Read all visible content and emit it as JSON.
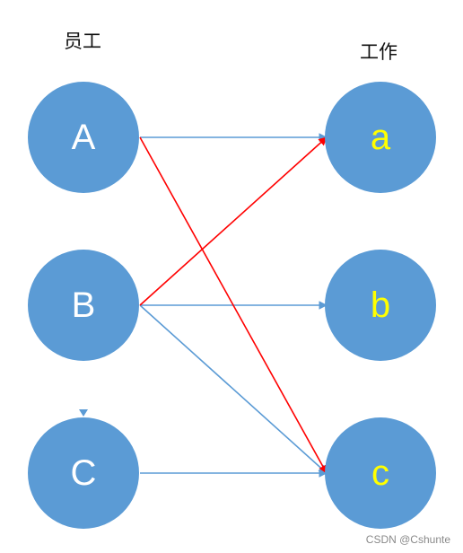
{
  "titles": {
    "employees": "员工",
    "jobs": "工作"
  },
  "colors": {
    "node_fill": "#5B9BD5",
    "left_text": "#ffffff",
    "right_text": "#ffff00",
    "blue_edge": "#5B9BD5",
    "red_edge": "#ff0000"
  },
  "employees": [
    {
      "id": "A",
      "label": "A"
    },
    {
      "id": "B",
      "label": "B"
    },
    {
      "id": "C",
      "label": "C"
    }
  ],
  "jobs": [
    {
      "id": "a",
      "label": "a"
    },
    {
      "id": "b",
      "label": "b"
    },
    {
      "id": "c",
      "label": "c"
    }
  ],
  "edges": [
    {
      "from": "A",
      "to": "a",
      "color": "blue"
    },
    {
      "from": "A",
      "to": "c",
      "color": "red"
    },
    {
      "from": "B",
      "to": "a",
      "color": "red"
    },
    {
      "from": "B",
      "to": "b",
      "color": "blue"
    },
    {
      "from": "B",
      "to": "c",
      "color": "blue"
    },
    {
      "from": "C",
      "to": "c",
      "color": "blue"
    }
  ],
  "watermark": "CSDN @Cshunte"
}
